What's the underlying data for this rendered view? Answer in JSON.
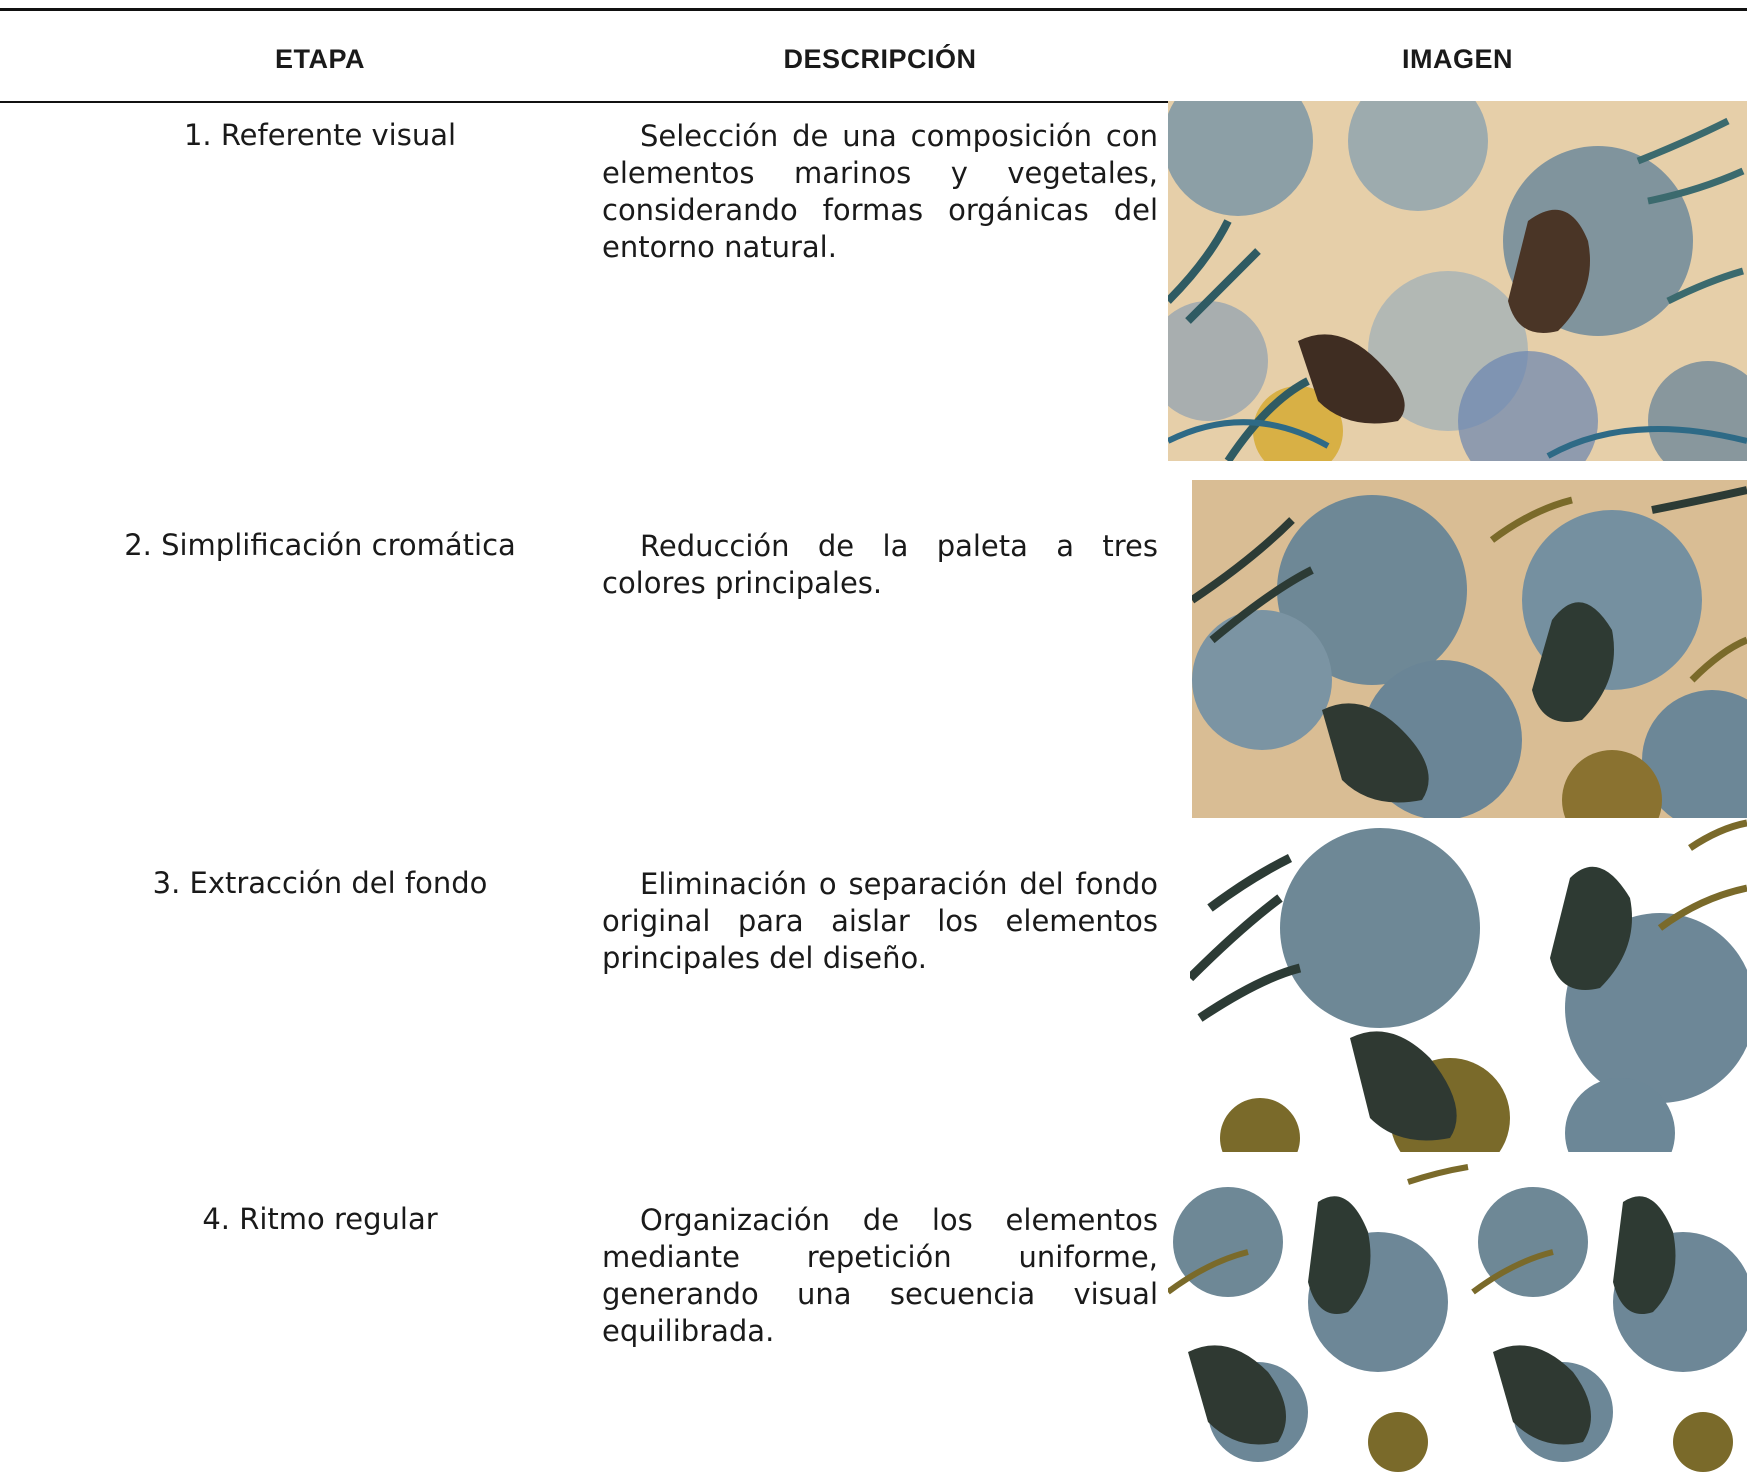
{
  "headers": {
    "etapa": "ETAPA",
    "descripcion": "DESCRIPCIÓN",
    "imagen": "IMAGEN"
  },
  "rows": [
    {
      "etapa": "1. Referente visual",
      "descripcion": "Selección de una composición con elementos marinos y vegetales, considerando formas orgánicas del entorno natural.",
      "image": "watercolor-birds-pattern-original"
    },
    {
      "etapa": "2. Simplificación cromática",
      "descripcion": "Reducción de la paleta a tres colores principales.",
      "image": "birds-pattern-three-colors"
    },
    {
      "etapa": "3. Extracción del fondo",
      "descripcion": "Eliminación o separación del fondo original para aislar los elementos principales del diseño.",
      "image": "birds-pattern-background-removed"
    },
    {
      "etapa": "4. Ritmo regular",
      "descripcion": "Organización de los elementos mediante repetición uniforme, generando una secuencia visual equilibrada.",
      "image": "birds-pattern-repeated"
    }
  ],
  "colors": {
    "rule": "#111111",
    "cream": "#e8d2b0",
    "slate_blue": "#5f7a8c",
    "olive": "#7a6a2a",
    "dark_green": "#2c3b35"
  }
}
